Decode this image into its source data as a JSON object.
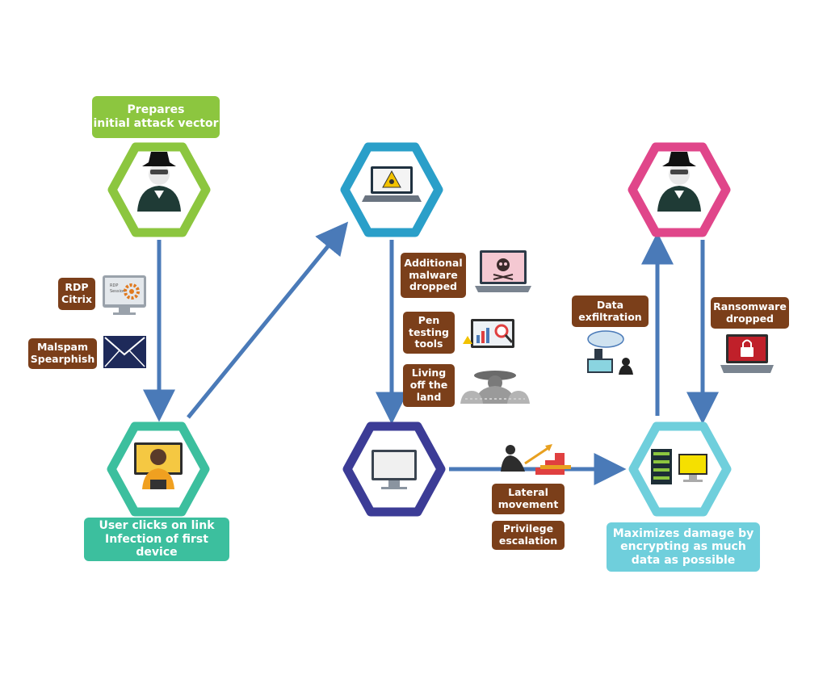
{
  "labels": {
    "prepares": "Prepares\ninitial attack vector",
    "rdp": "RDP\nCitrix",
    "malspam": "Malspam\nSpearphish",
    "user_clicks": "User clicks on link\nInfection of first device",
    "additional_malware": "Additional\nmalware\ndropped",
    "pen_testing": "Pen\ntesting\ntools",
    "living_off": "Living\noff the\nland",
    "lateral_movement": "Lateral\nmovement",
    "privilege_escalation": "Privilege\nescalation",
    "data_exfiltration": "Data\nexfiltration",
    "ransomware_dropped": "Ransomware\ndropped",
    "maximizes_damage": "Maximizes damage by\nencrypting as much\ndata as possible"
  },
  "icon_text": {
    "rdp_screen": "RDP\nSession"
  },
  "nodes": [
    {
      "name": "attacker-prepares-node",
      "icon": "hacker-icon",
      "color": "#8cc63f"
    },
    {
      "name": "infected-laptop-node",
      "icon": "biohazard-laptop-icon",
      "color": "#2a9fc9"
    },
    {
      "name": "attacker-final-node",
      "icon": "hacker-icon",
      "color": "#e0468a"
    },
    {
      "name": "user-node",
      "icon": "user-at-computer-icon",
      "color": "#3cbf9e"
    },
    {
      "name": "monitor-node",
      "icon": "monitor-icon",
      "color": "#3c3c96"
    },
    {
      "name": "servers-node",
      "icon": "servers-icon",
      "color": "#6fcfdc"
    }
  ],
  "colors": {
    "arrow": "#4a7ab8",
    "brown_label": "#7b3f1a",
    "green_label": "#8cc63f",
    "teal_label": "#3cbf9e",
    "cyan_label": "#6fcfdc"
  }
}
